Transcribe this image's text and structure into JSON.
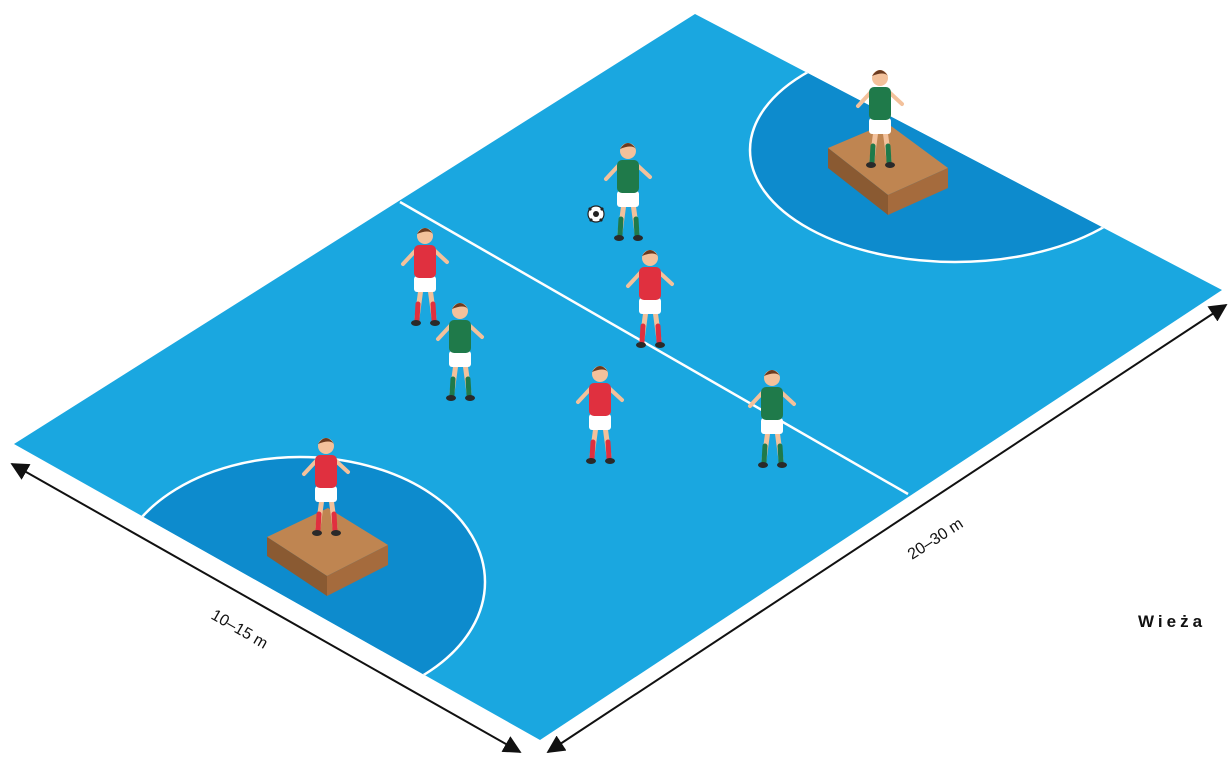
{
  "diagram": {
    "title": "Wieża",
    "width_label": "10–15 m",
    "length_label": "20–30 m"
  },
  "colors": {
    "court": "#1aa7e0",
    "zone": "#0d8bcd",
    "line": "#ffffff",
    "tower_top": "#bf8551",
    "tower_side_left": "#8a5a32",
    "tower_side_right": "#a56b3d",
    "team_red": "#e0303f",
    "team_green": "#1f7a4a",
    "shorts": "#ffffff",
    "skin": "#f3c19b",
    "arrow": "#111111"
  },
  "icons": {
    "ball": "soccer-ball-icon",
    "tower": "box-platform-icon"
  },
  "players": [
    {
      "name": "red-tower-player",
      "team": "red"
    },
    {
      "name": "green-tower-player",
      "team": "green"
    },
    {
      "name": "green-player-with-ball",
      "team": "green"
    },
    {
      "name": "red-player-arms-up",
      "team": "red"
    },
    {
      "name": "green-player-running-left",
      "team": "green"
    },
    {
      "name": "red-player-running-center",
      "team": "red"
    },
    {
      "name": "red-player-running-low",
      "team": "red"
    },
    {
      "name": "green-player-running-right",
      "team": "green"
    }
  ]
}
